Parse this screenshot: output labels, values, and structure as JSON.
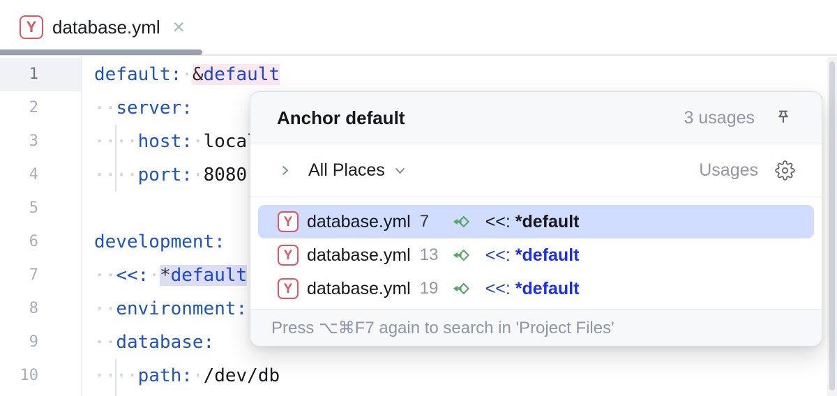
{
  "tab": {
    "title": "database.yml",
    "close_glyph": "✕"
  },
  "icons": {
    "yaml_letter": "Y",
    "names": [
      "yaml-file-icon",
      "close-icon",
      "pin-icon",
      "chevron-right-icon",
      "chevron-down-icon",
      "settings-gear-icon",
      "usage-arrow-diamond-icon"
    ]
  },
  "editor": {
    "lines": [
      {
        "num": "1",
        "active": true,
        "segs": [
          {
            "t": "default:",
            "c": "key"
          },
          {
            "t": "·",
            "c": "ws"
          },
          {
            "t": "&",
            "c": "punct",
            "hl": "pink"
          },
          {
            "t": "default",
            "c": "anchor",
            "hl": "pink"
          }
        ]
      },
      {
        "num": "2",
        "segs": [
          {
            "t": "··",
            "c": "ws"
          },
          {
            "t": "server:",
            "c": "key"
          }
        ]
      },
      {
        "num": "3",
        "segs": [
          {
            "t": "····",
            "c": "ws"
          },
          {
            "t": "host:",
            "c": "key"
          },
          {
            "t": "·",
            "c": "ws"
          },
          {
            "t": "localhost",
            "c": "val"
          }
        ]
      },
      {
        "num": "4",
        "segs": [
          {
            "t": "····",
            "c": "ws"
          },
          {
            "t": "port:",
            "c": "key"
          },
          {
            "t": "·",
            "c": "ws"
          },
          {
            "t": "8080",
            "c": "val"
          }
        ]
      },
      {
        "num": "5",
        "segs": []
      },
      {
        "num": "6",
        "segs": [
          {
            "t": "development:",
            "c": "key"
          }
        ]
      },
      {
        "num": "7",
        "segs": [
          {
            "t": "··",
            "c": "ws"
          },
          {
            "t": "<<:",
            "c": "key"
          },
          {
            "t": "·",
            "c": "ws"
          },
          {
            "t": "*",
            "c": "punct",
            "hl": "lav"
          },
          {
            "t": "default",
            "c": "anchor",
            "hl": "lav"
          }
        ]
      },
      {
        "num": "8",
        "segs": [
          {
            "t": "··",
            "c": "ws"
          },
          {
            "t": "environment:",
            "c": "key"
          }
        ]
      },
      {
        "num": "9",
        "segs": [
          {
            "t": "··",
            "c": "ws"
          },
          {
            "t": "database:",
            "c": "key"
          }
        ]
      },
      {
        "num": "10",
        "segs": [
          {
            "t": "····",
            "c": "ws"
          },
          {
            "t": "path:",
            "c": "key"
          },
          {
            "t": "·",
            "c": "ws"
          },
          {
            "t": "/dev/db",
            "c": "val"
          }
        ]
      }
    ]
  },
  "popup": {
    "title": "Anchor default",
    "usage_count": "3 usages",
    "scope_label": "All Places",
    "group_label": "Usages",
    "rows": [
      {
        "file": "database.yml",
        "line": "7",
        "code_prefix": "<<: ",
        "code_emphasis": "*default",
        "selected": true
      },
      {
        "file": "database.yml",
        "line": "13",
        "code_prefix": "<<: ",
        "code_emphasis": "*default",
        "selected": false
      },
      {
        "file": "database.yml",
        "line": "19",
        "code_prefix": "<<: ",
        "code_emphasis": "*default",
        "selected": false
      }
    ],
    "footer_hint": "Press ⌥⌘F7 again to search in 'Project Files'"
  },
  "colors": {
    "key-blue": "#1C54C7",
    "anchor-blue": "#1846E0",
    "alias-bold-blue": "#1A2DF0",
    "pink-highlight": "#FBE7EC",
    "lavender-highlight": "#DDDDF5",
    "selection-blue": "#D0DDFE",
    "panel-bg": "#F7F8FA",
    "separator": "#E9EBEE",
    "muted-text": "#9196A3",
    "line-number": "#A8ADB8",
    "active-line-number": "#6E7480",
    "file-icon-red": "#DB5860",
    "usage-icon-green": "#59A869",
    "icon-gray": "#5F6672",
    "tab-underline": "#9AA1AC"
  }
}
